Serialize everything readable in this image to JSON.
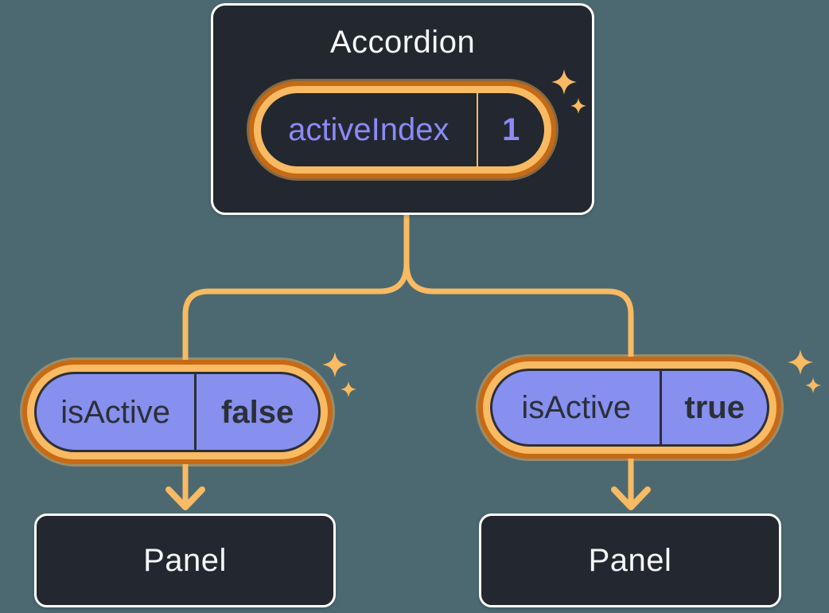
{
  "colors": {
    "background": "#4C6971",
    "card_bg": "#23272F",
    "card_border": "#FFFFFF",
    "orange_dark": "#C76A15",
    "orange_light": "#F8BA62",
    "purple_fill": "#8790EE",
    "purple_text": "#8B8AF6",
    "ink": "#2B2F38",
    "light_text": "#F6F7F9"
  },
  "root": {
    "title": "Accordion",
    "state": {
      "name": "activeIndex",
      "value": "1"
    }
  },
  "children": [
    {
      "prop": {
        "name": "isActive",
        "value": "false"
      },
      "panel_label": "Panel"
    },
    {
      "prop": {
        "name": "isActive",
        "value": "true"
      },
      "panel_label": "Panel"
    }
  ]
}
